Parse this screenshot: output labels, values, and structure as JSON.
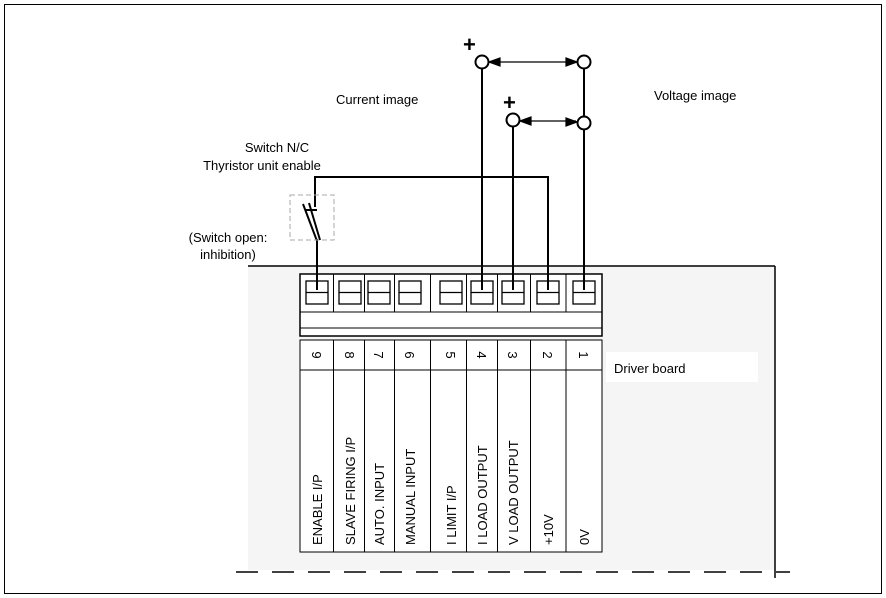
{
  "labels": {
    "current_image": "Current image",
    "voltage_image": "Voltage image",
    "plus_current": "+",
    "plus_voltage": "+",
    "switch_title_line1": "Switch N/C",
    "switch_title_line2": "Thyristor unit enable",
    "switch_note_line1": "(Switch open:",
    "switch_note_line2": "inhibition)",
    "driver_board": "Driver board"
  },
  "terminals": [
    {
      "number": "9",
      "function": "ENABLE I/P"
    },
    {
      "number": "8",
      "function": "SLAVE FIRING I/P"
    },
    {
      "number": "7",
      "function": "AUTO. INPUT"
    },
    {
      "number": "6",
      "function": "MANUAL INPUT"
    },
    {
      "number": "5",
      "function": "I LIMIT I/P"
    },
    {
      "number": "4",
      "function": "I LOAD OUTPUT"
    },
    {
      "number": "3",
      "function": "V LOAD OUTPUT"
    },
    {
      "number": "2",
      "function": "+10V"
    },
    {
      "number": "1",
      "function": "0V"
    }
  ],
  "colors": {
    "board_fill": "#f5f5f5",
    "line": "#000000",
    "switch_box": "#aaaaaa"
  }
}
